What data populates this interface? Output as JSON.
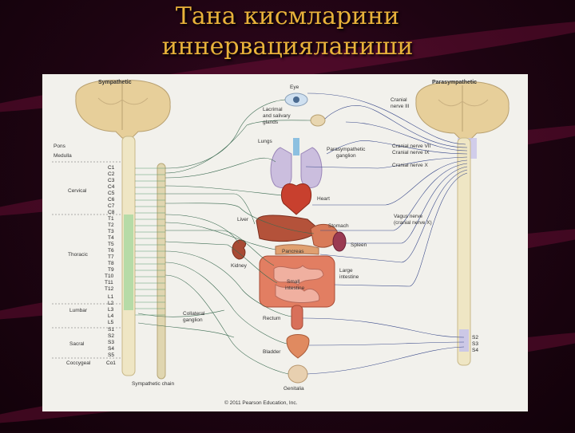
{
  "title": {
    "line1": "Тана кисмларини",
    "line2": "иннервацияланиши"
  },
  "diagram": {
    "sympathetic": "Sympathetic",
    "parasympathetic": "Parasympathetic",
    "left_regions": {
      "pons": "Pons",
      "medulla": "Medulla",
      "cervical": "Cervical",
      "thoracic": "Thoracic",
      "lumbar": "Lumbar",
      "sacral": "Sacral",
      "coccygeal": "Coccygeal"
    },
    "segments": [
      "C1",
      "C2",
      "C3",
      "C4",
      "C5",
      "C6",
      "C7",
      "C8",
      "T1",
      "T2",
      "T3",
      "T4",
      "T5",
      "T6",
      "T7",
      "T8",
      "T9",
      "T10",
      "T11",
      "T12",
      "L1",
      "L2",
      "L3",
      "L4",
      "L5",
      "S1",
      "S2",
      "S3",
      "S4",
      "S5",
      "Co1"
    ],
    "organs": {
      "eye": "Eye",
      "lacrimal": [
        "Lacrimal",
        "and salivary",
        "glands"
      ],
      "lungs": "Lungs",
      "heart": "Heart",
      "liver": "Liver",
      "stomach": "Stomach",
      "spleen": "Spleen",
      "kidney": "Kidney",
      "pancreas": "Pancreas",
      "small_intestine": [
        "Small",
        "intestine"
      ],
      "large_intestine": [
        "Large",
        "intestine"
      ],
      "rectum": "Rectum",
      "bladder": "Bladder",
      "genitalia": "Genitalia"
    },
    "ganglia": {
      "parasympathetic_ganglion": [
        "Parasympathetic",
        "ganglion"
      ],
      "collateral_ganglion": [
        "Collateral",
        "ganglion"
      ],
      "sympathetic_chain": "Sympathetic chain"
    },
    "nerves": {
      "cn3": [
        "Cranial",
        "nerve III"
      ],
      "cn7": "Cranial nerve VII",
      "cn9": "Cranial nerve IX",
      "cn10": "Cranial nerve X",
      "vagus": [
        "Vagus nerve",
        "(cranial nerve X)"
      ]
    },
    "right_segments": [
      "S2",
      "S3",
      "S4"
    ],
    "copyright": "© 2011 Pearson Education, Inc."
  }
}
